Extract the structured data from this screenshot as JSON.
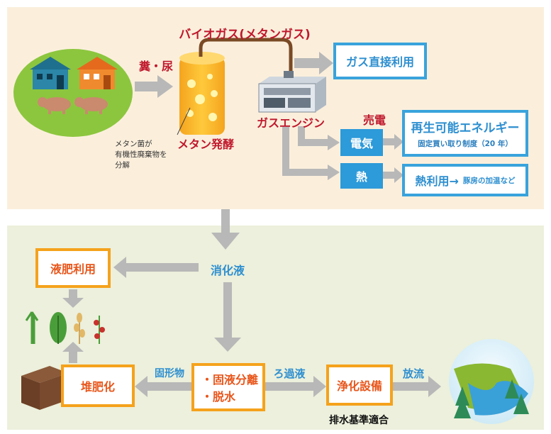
{
  "top": {
    "biogas_label": "バイオガス(メタンガス)",
    "manure_label": "糞・尿",
    "fermentation_label": "メタン発酵",
    "bacteria_note": [
      "メタン菌が",
      "有機性廃棄物を",
      "分解"
    ],
    "engine_label": "ガスエンジン",
    "gas_direct_use": "ガス直接利用",
    "sell_power_label": "売電",
    "electricity_label": "電気",
    "heat_label": "熱",
    "renewable_title": "再生可能エネルギー",
    "renewable_subtitle": "固定買い取り制度（20 年）",
    "heat_use_main": "熱利用→",
    "heat_use_detail": "豚房の加温など"
  },
  "bottom": {
    "digestate_label": "消化液",
    "liquid_fertilizer": "液肥利用",
    "compost": "堆肥化",
    "solids_label": "固形物",
    "separation_line1": "・固液分離",
    "separation_line2": "・脱水",
    "filtrate_label": "ろ過液",
    "purification": "浄化設備",
    "discharge_label": "放流",
    "wastewater_standard": "排水基準適合"
  },
  "colors": {
    "top_bg": "#fbefdc",
    "bottom_bg": "#ecf0dc",
    "arrow_gray": "#b8b8b8",
    "red_text": "#c0182d",
    "blue_accent": "#39a3dc",
    "orange_accent": "#f5a21c",
    "orange_text": "#e8561b"
  }
}
